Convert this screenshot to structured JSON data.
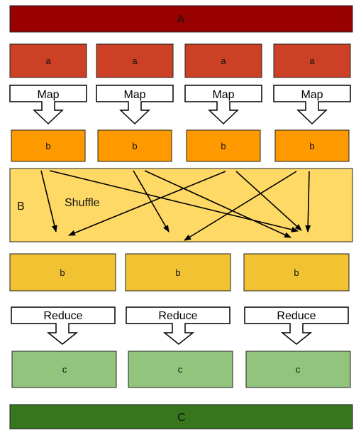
{
  "top_block": {
    "label": "A",
    "color": "#990000"
  },
  "input_chunks": {
    "label": "a",
    "color": "#cc4125",
    "items": [
      "a",
      "a",
      "a",
      "a"
    ]
  },
  "map_steps": {
    "label": "Map",
    "items": [
      "Map",
      "Map",
      "Map",
      "Map"
    ]
  },
  "mapped_chunks": {
    "label": "b",
    "color": "#ff9900",
    "items": [
      "b",
      "b",
      "b",
      "b"
    ]
  },
  "shuffle_block": {
    "label": "B",
    "step_label": "Shuffle",
    "color": "#ffd966"
  },
  "shuffled_chunks": {
    "label": "b",
    "color": "#f1c232",
    "items": [
      "b",
      "b",
      "b"
    ]
  },
  "reduce_steps": {
    "label": "Reduce",
    "items": [
      "Reduce",
      "Reduce",
      "Reduce"
    ]
  },
  "output_chunks": {
    "label": "c",
    "color": "#93c47d",
    "items": [
      "c",
      "c",
      "c"
    ]
  },
  "bottom_block": {
    "label": "C",
    "color": "#38761d"
  }
}
